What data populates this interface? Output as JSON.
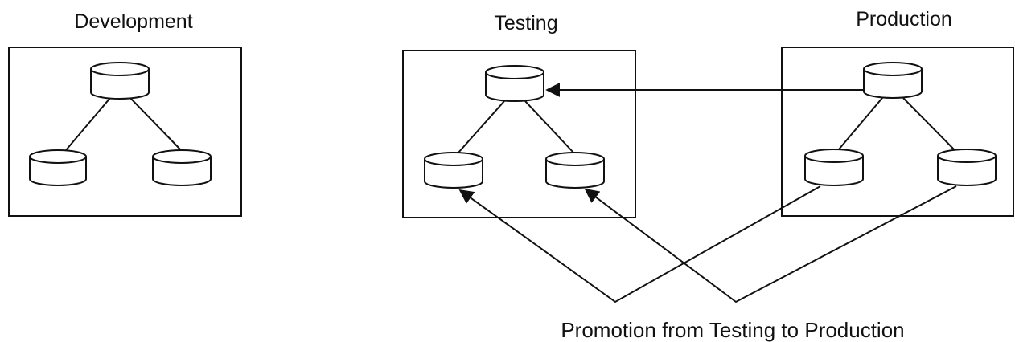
{
  "environments": [
    {
      "key": "development",
      "title": "Development"
    },
    {
      "key": "testing",
      "title": "Testing"
    },
    {
      "key": "production",
      "title": "Production"
    }
  ],
  "caption": "Promotion from Testing to Production",
  "icons": {
    "database": "database-cylinder-icon"
  }
}
